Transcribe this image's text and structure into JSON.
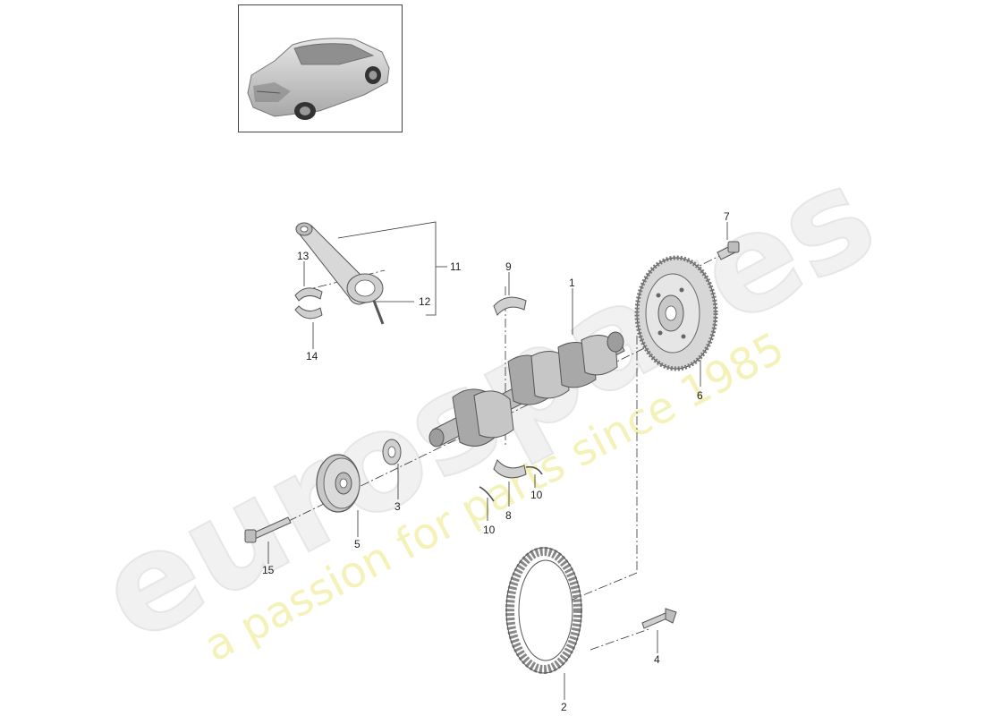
{
  "watermark": {
    "brand": "eurospares",
    "tagline": "a passion for parts since 1985"
  },
  "callouts": {
    "n1": "1",
    "n2": "2",
    "n3": "3",
    "n4": "4",
    "n5": "5",
    "n6": "6",
    "n7": "7",
    "n8": "8",
    "n9": "9",
    "n10a": "10",
    "n10b": "10",
    "n11": "11",
    "n12": "12",
    "n13": "13",
    "n14": "14",
    "n15": "15"
  },
  "icons": {
    "vehicle": "suv-thumbnail-icon"
  },
  "colors": {
    "line": "#333333",
    "part_fill": "#d9d9d9",
    "part_dark": "#9a9a9a",
    "watermark_text": "#f1f1f1",
    "tagline_text": "#f4f2b8"
  }
}
